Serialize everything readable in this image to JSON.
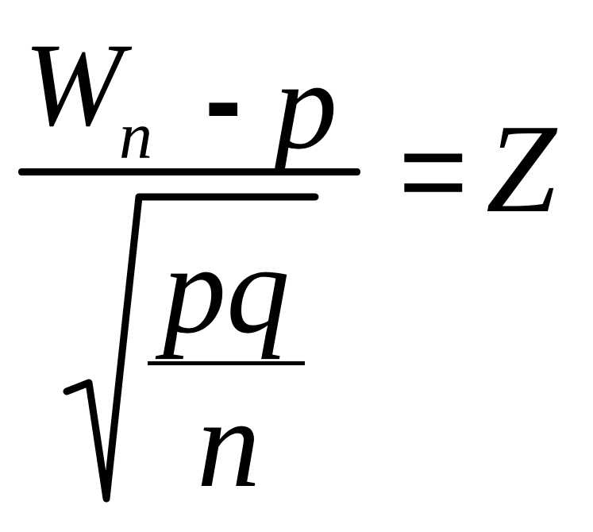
{
  "formula": {
    "numerator": {
      "variable": "W",
      "subscript": "n",
      "operator": "-",
      "term": "p"
    },
    "denominator": {
      "radicand_numerator": "pq",
      "radicand_denominator": "n"
    },
    "relation": "=",
    "result": "Z"
  }
}
